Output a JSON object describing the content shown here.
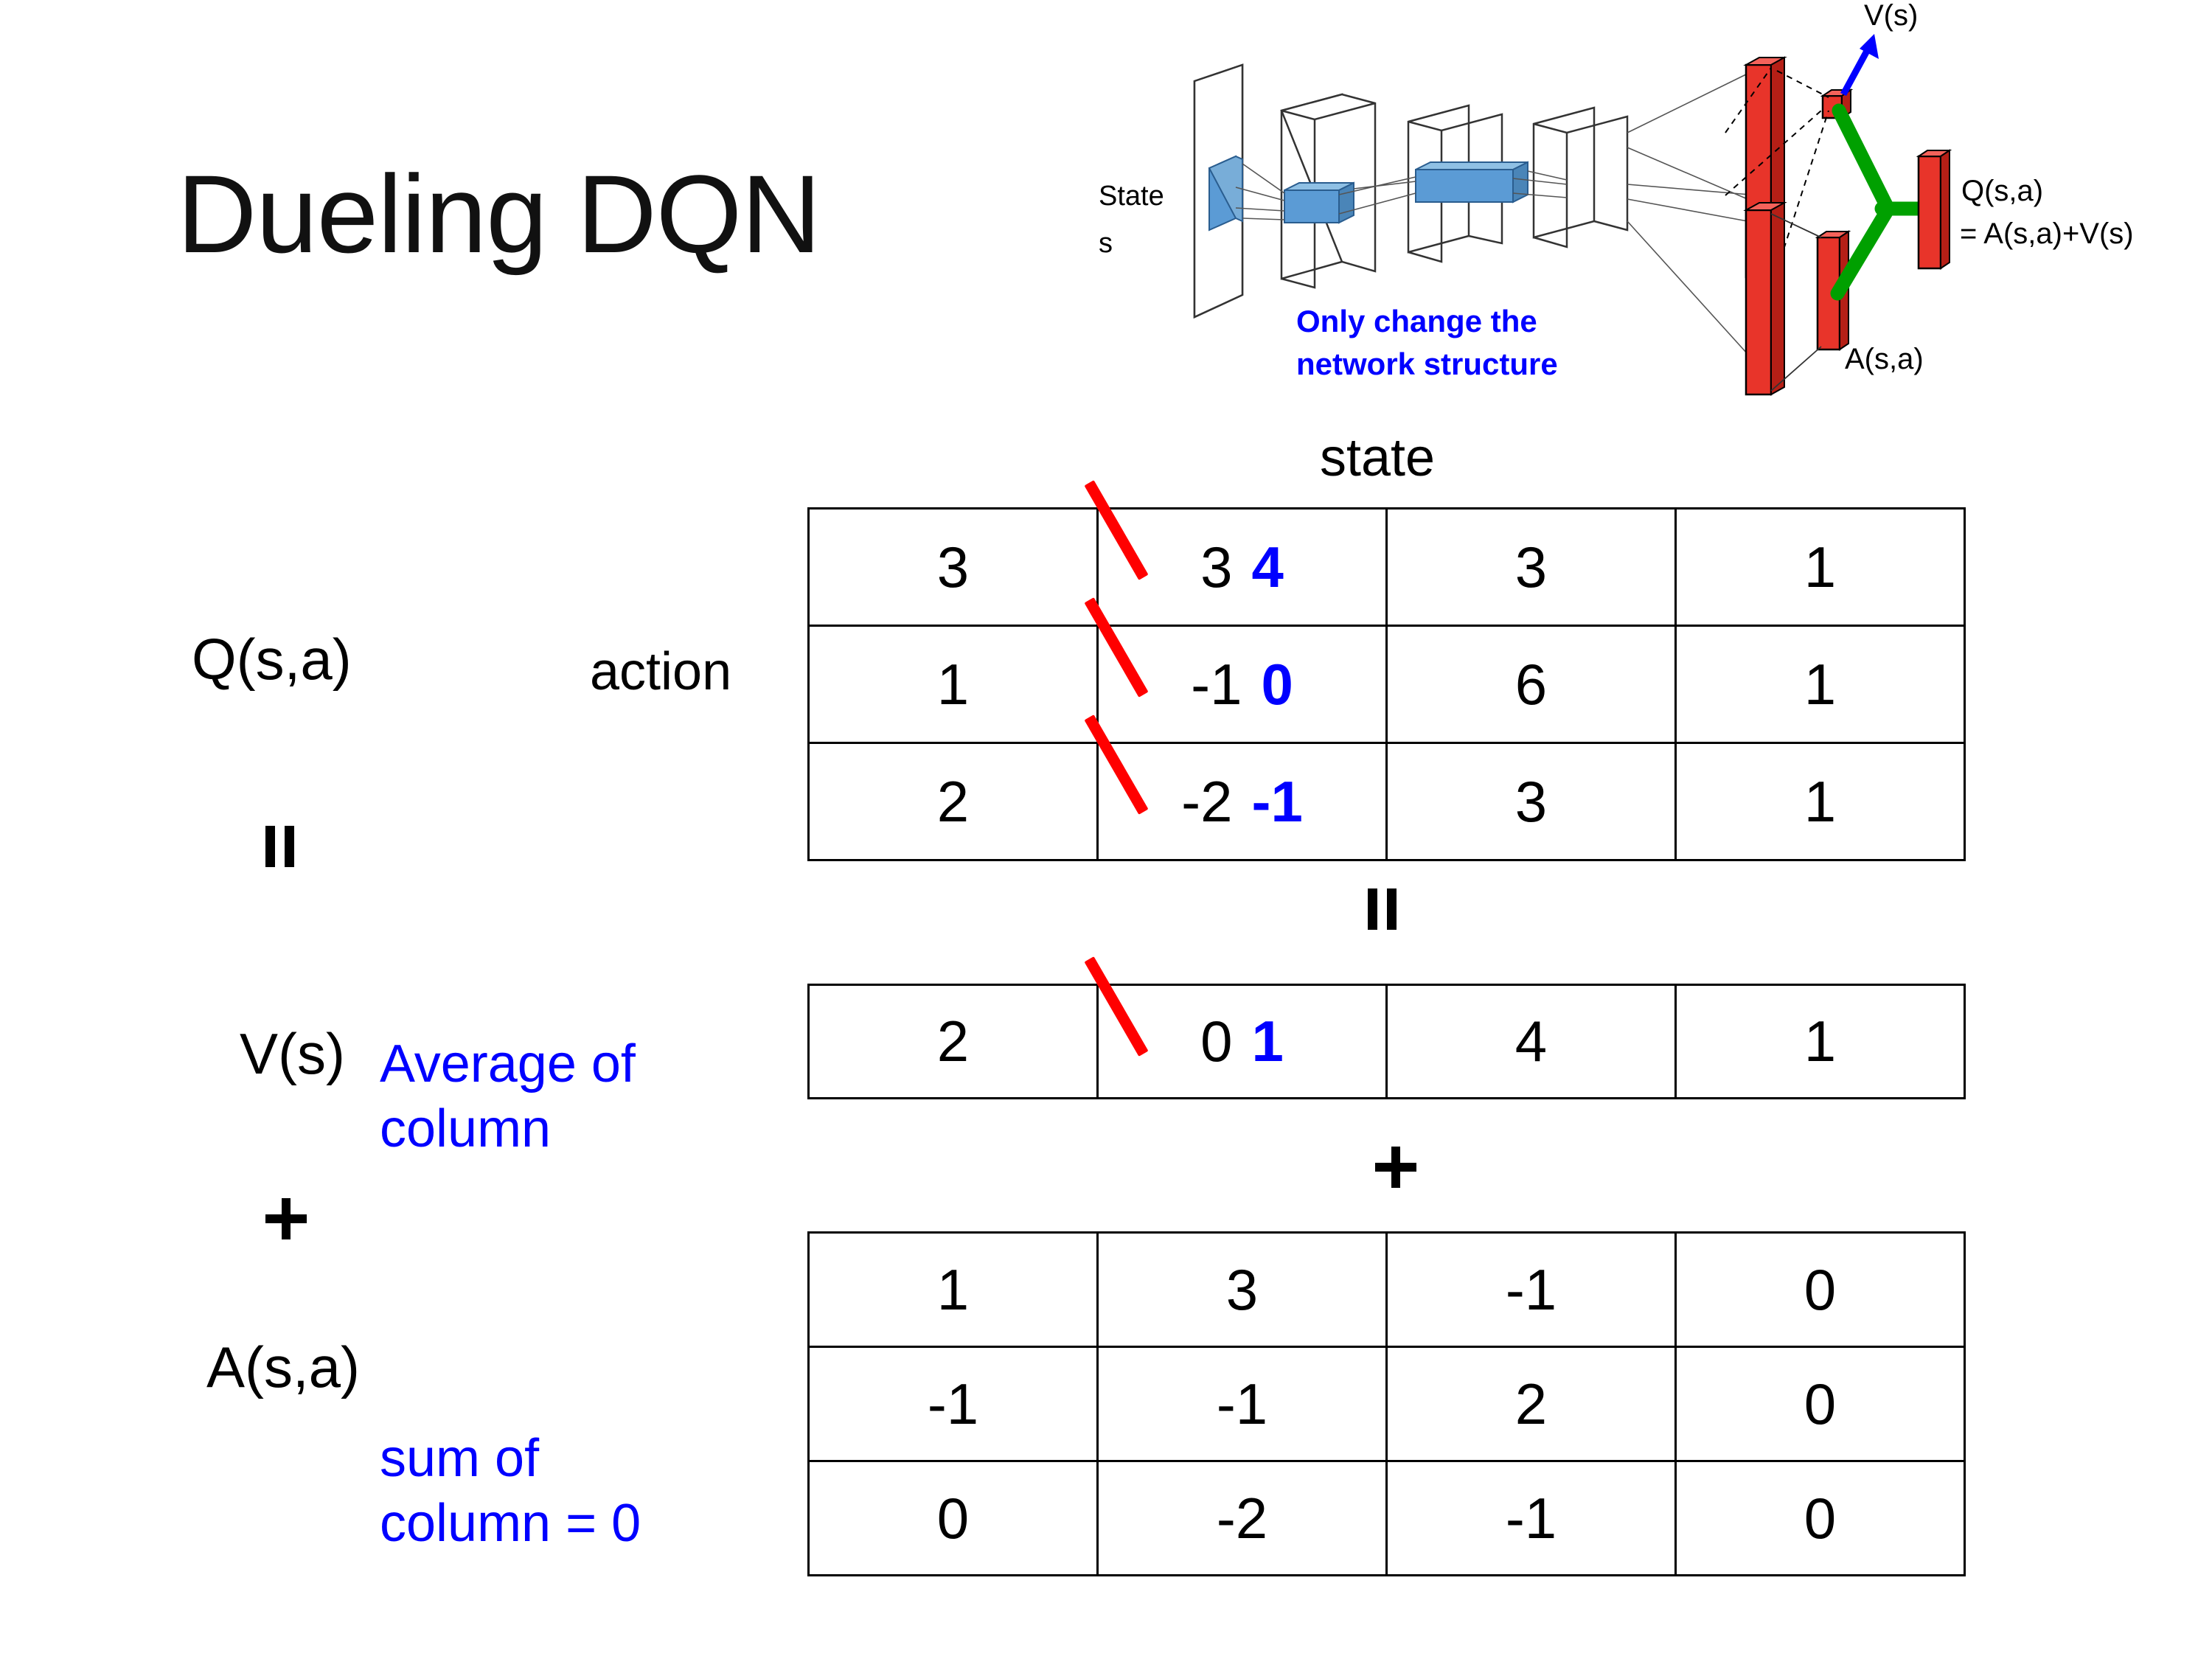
{
  "title": "Dueling DQN",
  "colors": {
    "edit_blue": "#0000ff",
    "strike_red": "#ff0000",
    "diagram_red": "#e8342a",
    "diagram_blue": "#5b9bd5",
    "diagram_green": "#00a000",
    "arrow_blue": "#0000ff",
    "text_black": "#000000"
  },
  "diagram": {
    "state_label_line1": "State",
    "state_label_line2": "s",
    "note_line1": "Only change the",
    "note_line2": "network structure",
    "v_label": "V(s)",
    "a_label": "A(s,a)",
    "q_label_line1": "Q(s,a)",
    "q_label_line2": "= A(s,a)+V(s)"
  },
  "axes": {
    "state_axis_label": "state",
    "action_axis_label": "action"
  },
  "operators": {
    "equals_left": "=",
    "equals_middle": "=",
    "plus_left": "+",
    "plus_middle": "+"
  },
  "labels": {
    "q": "Q(s,a)",
    "v": "V(s)",
    "a": "A(s,a)"
  },
  "notes": {
    "average_of_column": "Average of\ncolumn",
    "sum_of_column": "sum of\ncolumn = 0"
  },
  "chart_data": {
    "type": "table",
    "title": "Dueling DQN  Q(s,a) = V(s) + A(s,a)",
    "xlabel": "state",
    "ylabel": "action",
    "tables": [
      {
        "name": "Q(s,a)",
        "rows": 3,
        "cols": 4,
        "values": [
          [
            "3",
            "3",
            "3",
            "1"
          ],
          [
            "1",
            "-1",
            "6",
            "1"
          ],
          [
            "2",
            "-2",
            "3",
            "1"
          ]
        ],
        "edits": [
          {
            "row": 0,
            "col": 1,
            "old": "3",
            "new": "4"
          },
          {
            "row": 1,
            "col": 1,
            "old": "-1",
            "new": "0"
          },
          {
            "row": 2,
            "col": 1,
            "old": "-2",
            "new": "-1"
          }
        ]
      },
      {
        "name": "V(s)",
        "rows": 1,
        "cols": 4,
        "values": [
          [
            "2",
            "0",
            "4",
            "1"
          ]
        ],
        "edits": [
          {
            "row": 0,
            "col": 1,
            "old": "0",
            "new": "1"
          }
        ]
      },
      {
        "name": "A(s,a)",
        "rows": 3,
        "cols": 4,
        "values": [
          [
            "1",
            "3",
            "-1",
            "0"
          ],
          [
            "-1",
            "-1",
            "2",
            "0"
          ],
          [
            "0",
            "-2",
            "-1",
            "0"
          ]
        ],
        "edits": []
      }
    ]
  }
}
